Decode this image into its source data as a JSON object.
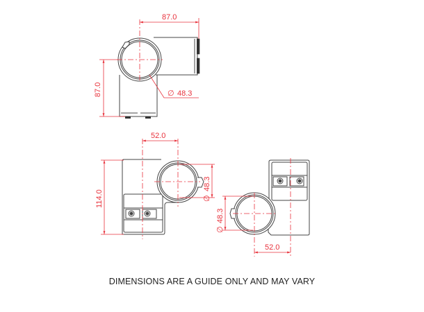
{
  "drawing": {
    "colors": {
      "outline": "#444444",
      "dimension": "#e8323c",
      "text": "#222222",
      "background": "#ffffff"
    },
    "views": [
      {
        "name": "top-view",
        "dimensions": {
          "horizontal": "87.0",
          "vertical": "87.0",
          "diameter": "48.3"
        }
      },
      {
        "name": "front-view",
        "dimensions": {
          "horizontal": "52.0",
          "vertical": "114.0",
          "diameter": "48.3"
        }
      },
      {
        "name": "side-view",
        "dimensions": {
          "horizontal": "52.0",
          "diameter": "48.3"
        }
      }
    ],
    "diameter_symbol": "∅"
  },
  "footer": {
    "note": "DIMENSIONS ARE A GUIDE ONLY AND MAY VARY"
  }
}
